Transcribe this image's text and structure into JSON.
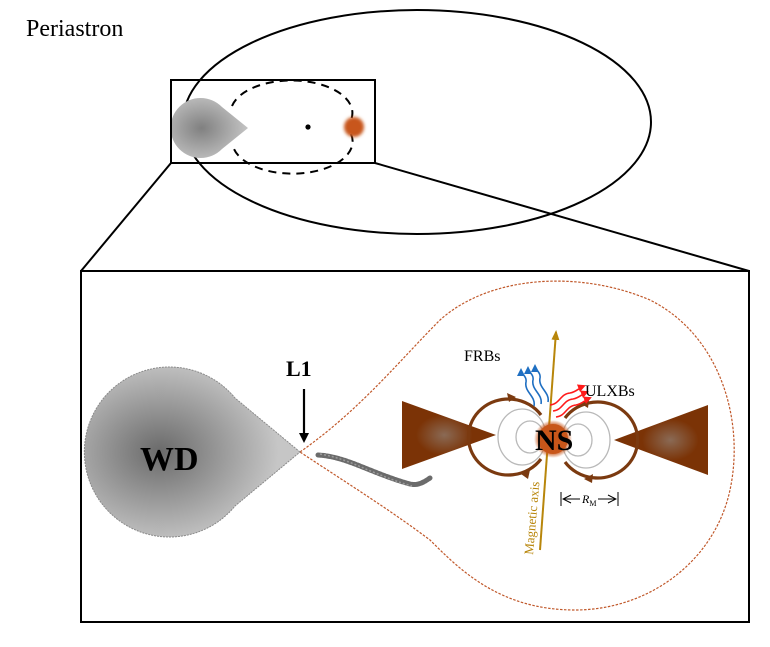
{
  "title": "Periastron",
  "labels": {
    "white_dwarf": "WD",
    "neutron_star": "NS",
    "lagrange_point": "L1",
    "frbs": "FRBs",
    "ulxbs": "ULXBs",
    "magnetic_axis": "Magnetic axis",
    "magnetospheric_radius_symbol": "R",
    "magnetospheric_radius_subscript": "M"
  },
  "colors": {
    "outline": "#000000",
    "roche_lobe": "#c0582a",
    "neutron_star": "#c8561a",
    "accretion_disk": "#7b3306",
    "magnetic_field_loops": "#7b3a10",
    "inner_field_lines": "#b9b9b9",
    "magnetic_axis": "#b8860b",
    "frb_emission": "#1f6fc2",
    "ulxb_emission": "#ff1a1a",
    "white_dwarf_center": "#6e6e6e",
    "white_dwarf_edge": "#bdbdbd",
    "mass_stream": "#6b6b6b"
  }
}
